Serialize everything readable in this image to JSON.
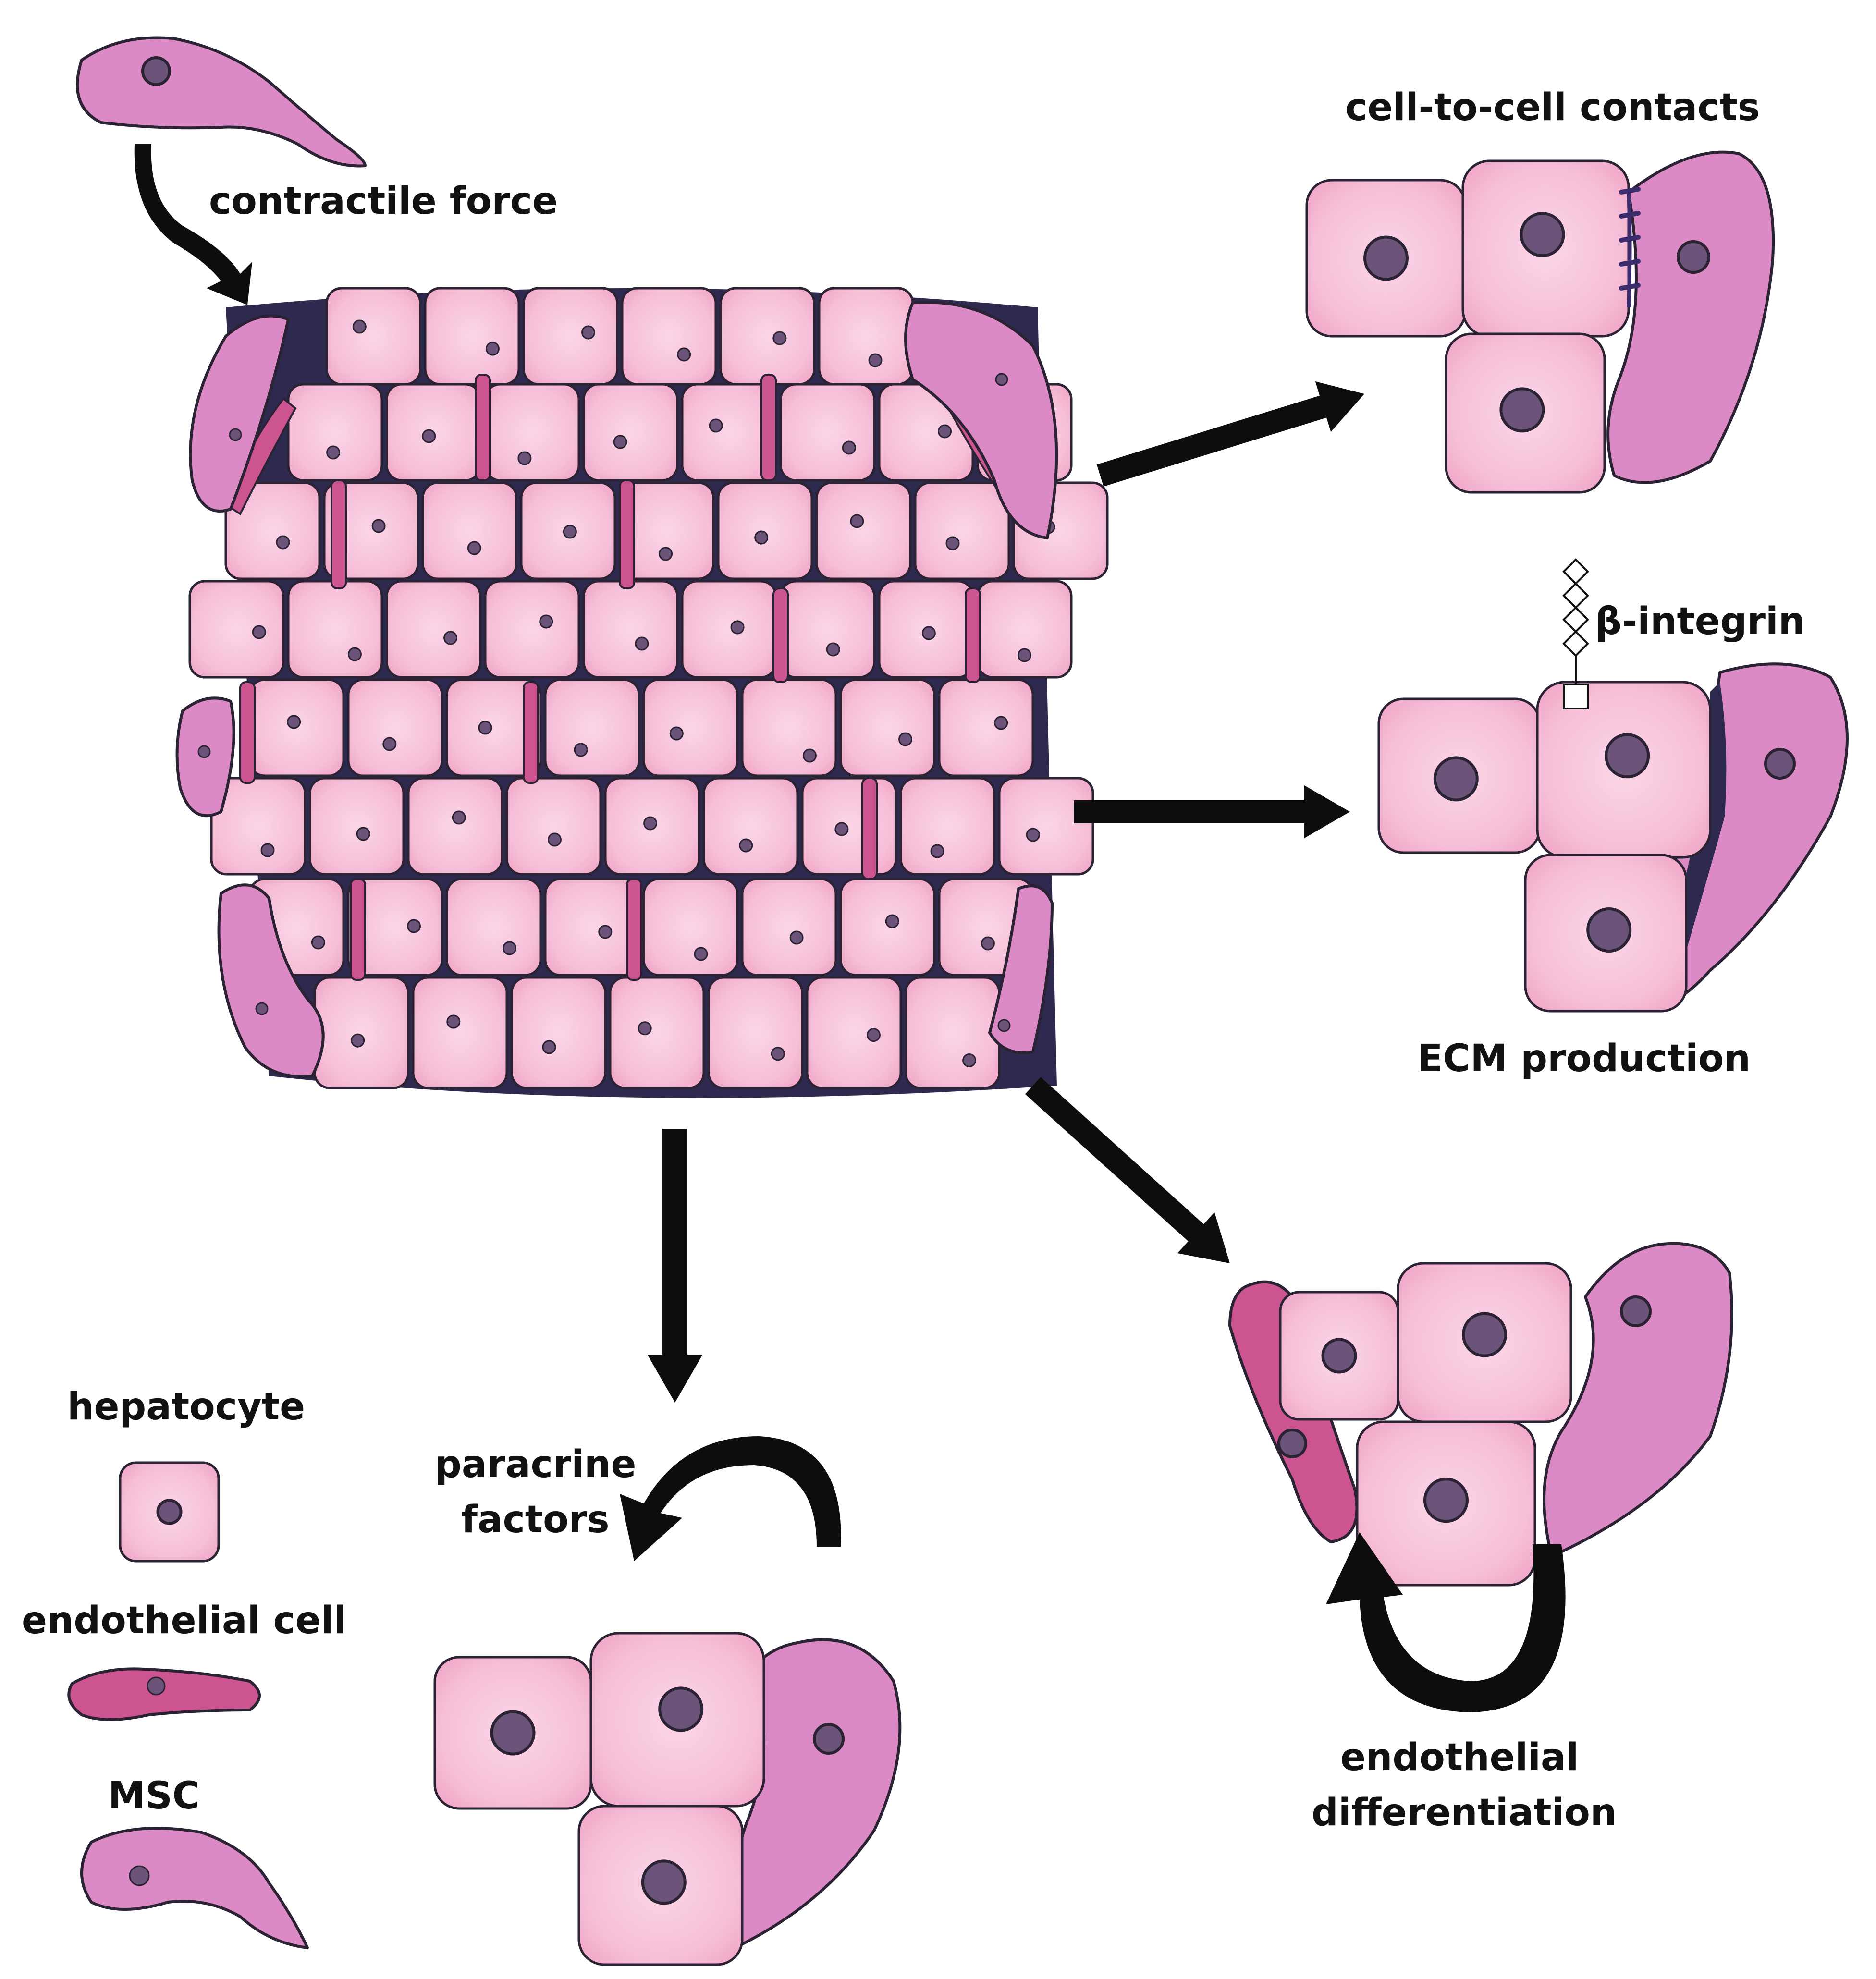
{
  "labels": {
    "contractile_force": "contractile force",
    "cell_contacts": "cell-to-cell contacts",
    "integrin": "β-integrin",
    "ecm": "ECM production",
    "paracrine_line1": "paracrine",
    "paracrine_line2": "factors",
    "endo_diff_line1": "endothelial",
    "endo_diff_line2": "differentiation"
  },
  "legend": {
    "hepatocyte": "hepatocyte",
    "endothelial": "endothelial cell",
    "msc": "MSC"
  },
  "colors": {
    "hepatocyte_fill": "#f5b8d3",
    "hepatocyte_light": "#fad2e4",
    "msc_fill": "#dc8ac6",
    "endothelial_fill": "#cc5591",
    "nucleus": "#6b5379",
    "outline": "#2b2233",
    "ecm_dark": "#2e2a4f",
    "arrow": "#0d0d0d"
  }
}
